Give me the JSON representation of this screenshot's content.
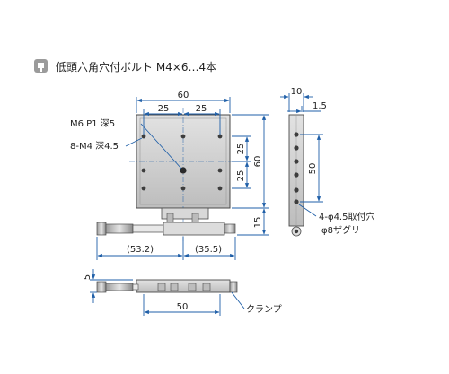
{
  "header": {
    "icon": "screw-cap-icon",
    "caption": "低頭六角穴付ボルト M4×6…4本"
  },
  "callouts": {
    "m6": "M6 P1 深5",
    "m4": "8-M4 深4.5",
    "mount_holes": "4-φ4.5取付穴",
    "counterbore": "φ8ザグリ",
    "clamp": "クランプ"
  },
  "top_view": {
    "overall_width": "60",
    "pitch_left": "25",
    "pitch_right": "25",
    "overall_height": "60",
    "pitch_top": "25",
    "pitch_bottom": "25",
    "base_extent": "15",
    "left_extent": "(53.2)",
    "right_extent": "(35.5)"
  },
  "side_view": {
    "width": "10",
    "offset": "1.5",
    "hole_pitch": "50"
  },
  "bottom_view": {
    "height": "5",
    "length": "50"
  },
  "colors": {
    "dimension_line": "#1f5fa8",
    "stage_fill": "#cfcfcf",
    "outline": "#4a4a4a"
  }
}
